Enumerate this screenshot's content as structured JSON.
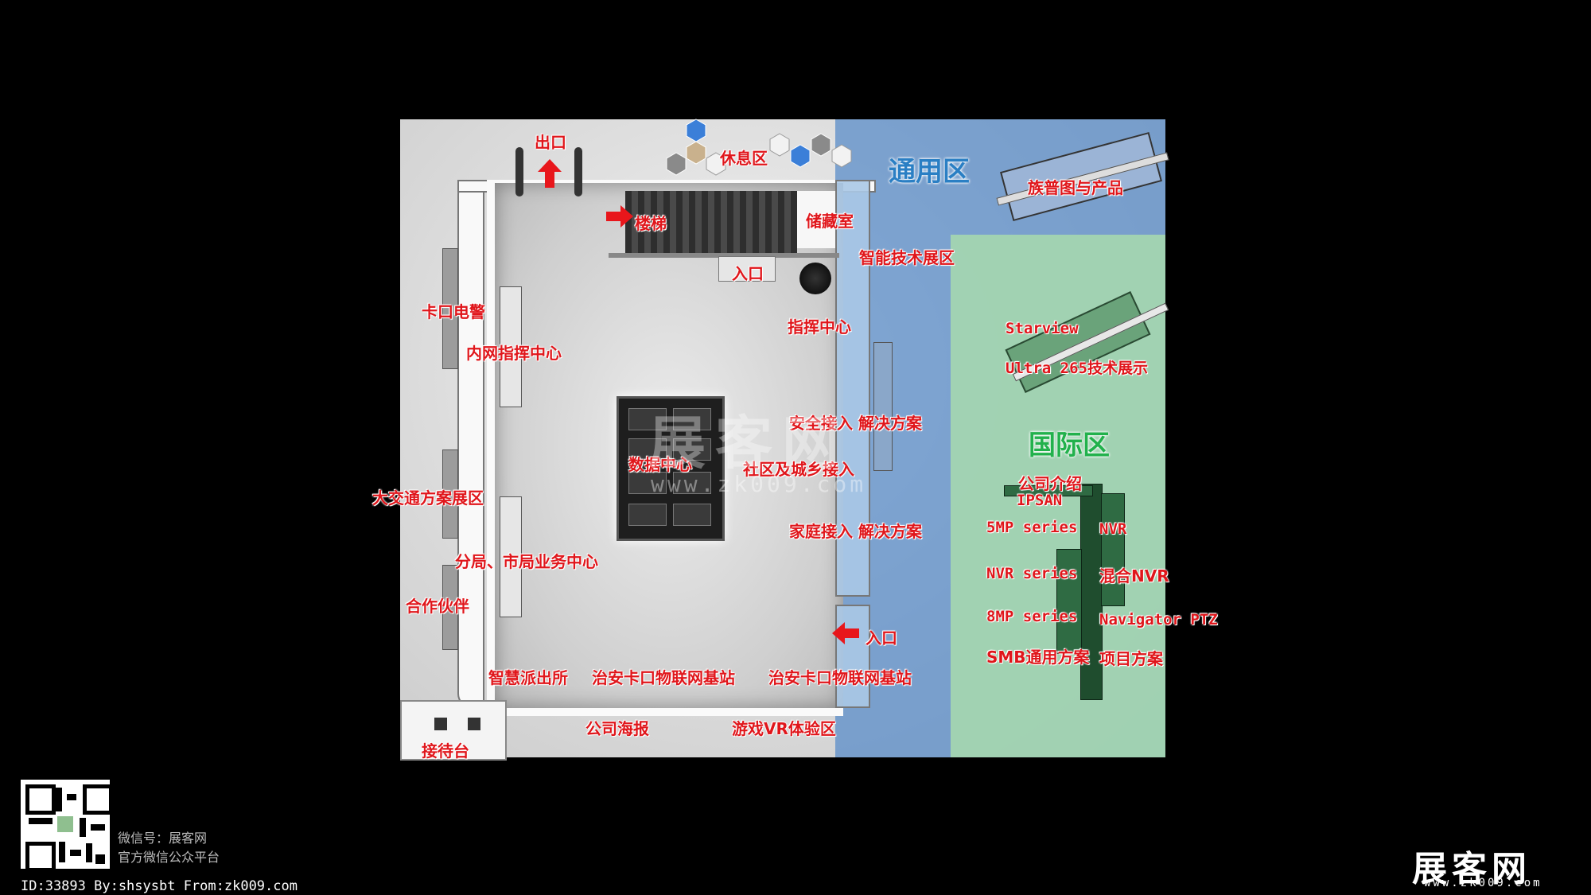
{
  "zones": {
    "general": {
      "title": "通用区",
      "color": "#2a7fc4"
    },
    "international": {
      "title": "国际区",
      "color": "#22b14c"
    }
  },
  "labels": {
    "exit": "出口",
    "rest_area": "休息区",
    "stairs": "楼梯",
    "storage": "储藏室",
    "entrance_top": "入口",
    "smart_tech": "智能技术展区",
    "family_chart": "族普图与产品",
    "checkpoint": "卡口电警",
    "intranet_command": "内网指挥中心",
    "command_center": "指挥中心",
    "secure_access": "安全接入 解决方案",
    "data_center": "数据中心",
    "community_access": "社区及城乡接入",
    "transport": "大交通方案展区",
    "home_access": "家庭接入 解决方案",
    "branch_business": "分局、市局业务中心",
    "partners": "合作伙伴",
    "entrance_right": "入口",
    "smart_police": "智慧派出所",
    "iot_station_1": "治安卡口物联网基站",
    "iot_station_2": "治安卡口物联网基站",
    "posters": "公司海报",
    "vr_area": "游戏VR体验区",
    "reception": "接待台",
    "starview": "Starview",
    "ultra265": "Ultra 265技术展示",
    "company_intro": "公司介绍",
    "ipsan": "IPSAN",
    "5mp": "5MP series",
    "nvr": "NVR",
    "nvr_series": "NVR series",
    "hybrid_nvr": "混合NVR",
    "8mp": "8MP series",
    "navigator": "Navigator PTZ",
    "smb": "SMB通用方案",
    "project": "项目方案"
  },
  "watermark": {
    "center_logo": "展客网",
    "center_url": "www.zk009.com",
    "wechat_id": "微信号：展客网",
    "wechat_platform": "官方微信公众平台",
    "credit": "ID:33893 By:shsysbt From:zk009.com",
    "corner_logo": "展客网",
    "corner_url": "www.zk009.com"
  },
  "colors": {
    "label_red": "#e0161b",
    "arrow_red": "#e8161b"
  }
}
